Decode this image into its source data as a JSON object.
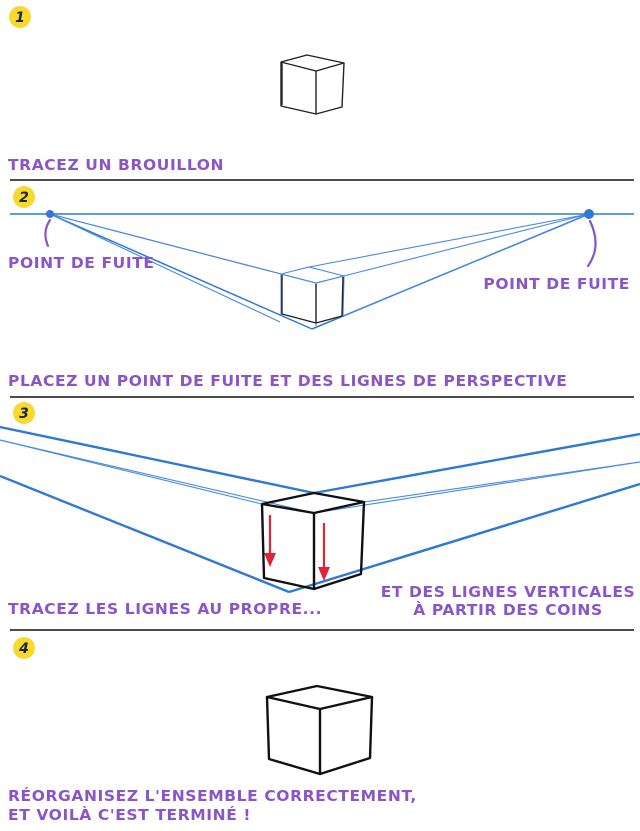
{
  "steps": [
    {
      "number": "1",
      "caption": "TRACEZ UN BROUILLON"
    },
    {
      "number": "2",
      "caption": "PLACEZ UN POINT DE FUITE ET DES LIGNES DE PERSPECTIVE",
      "labels": {
        "left": "POINT DE FUITE",
        "right": "POINT DE FUITE"
      }
    },
    {
      "number": "3",
      "caption": "TRACEZ LES LIGNES AU PROPRE...",
      "caption2_line1": "ET DES LIGNES VERTICALES",
      "caption2_line2": "À PARTIR DES COINS"
    },
    {
      "number": "4",
      "caption_line1": "RÉORGANISEZ L'ENSEMBLE CORRECTEMENT,",
      "caption_line2": "ET VOILÀ C'EST TERMINÉ !"
    }
  ],
  "colors": {
    "caption": "#8a55c9",
    "perspective_lines": "#2f78d6",
    "badge": "#f8d92e",
    "arrows": "#e0243a",
    "ink": "#111111"
  }
}
